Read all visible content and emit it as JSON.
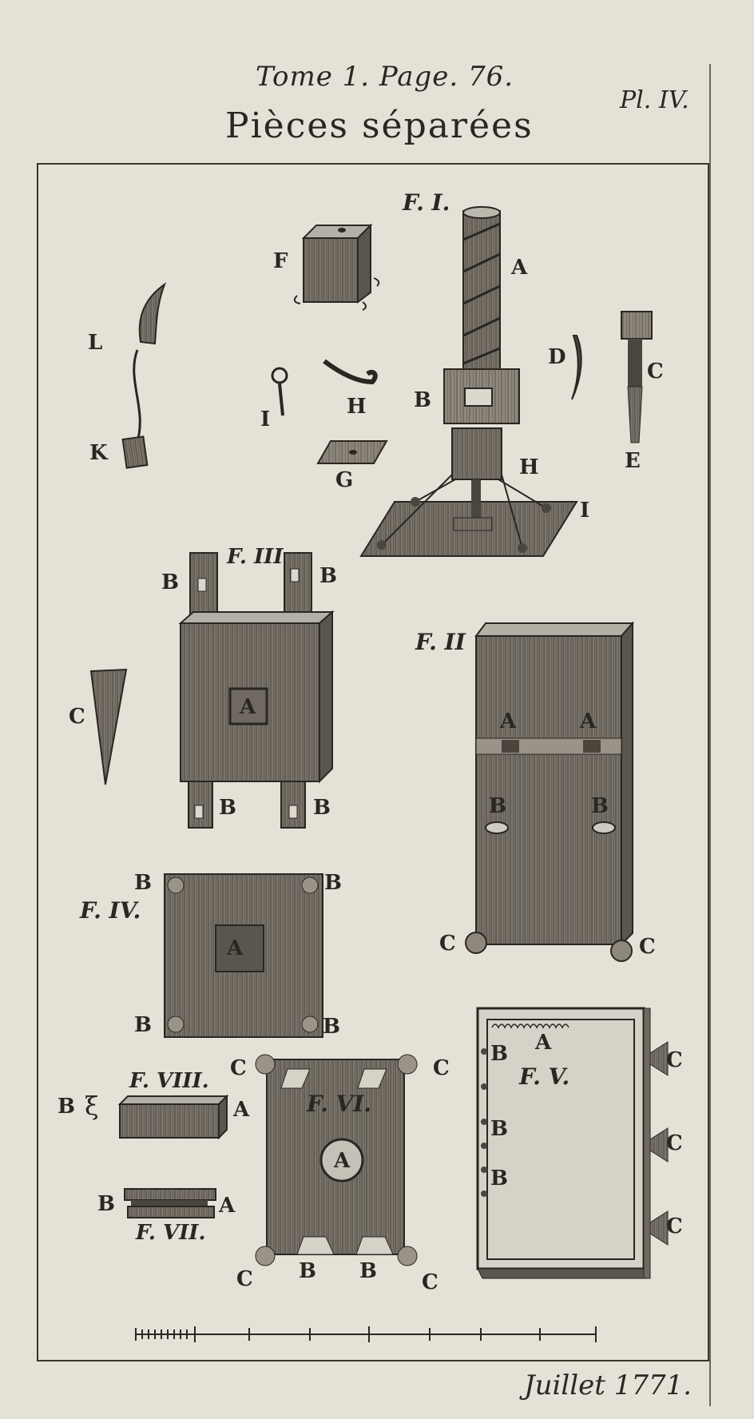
{
  "header": {
    "tome_page": "Tome 1. Page. 76.",
    "plate": "Pl. IV.",
    "title": "Pièces séparées"
  },
  "footer": {
    "date": "Juillet 1771."
  },
  "figures": {
    "f1": "F. I.",
    "f2": "F. II",
    "f3": "F. III",
    "f4": "F. IV.",
    "f5": "F. V.",
    "f6": "F. VI.",
    "f7": "F. VII.",
    "f8": "F. VIII."
  },
  "letters": {
    "a": "A",
    "b": "B",
    "c": "C",
    "d": "D",
    "e": "E",
    "f": "F",
    "g": "G",
    "h": "H",
    "i": "I",
    "k": "K",
    "l": "L",
    "xi": "ξ"
  },
  "colors": {
    "paper": "#e4e1d7",
    "ink": "#2a2622",
    "wood": "#6f695f",
    "wood_dark": "#4a453d"
  }
}
